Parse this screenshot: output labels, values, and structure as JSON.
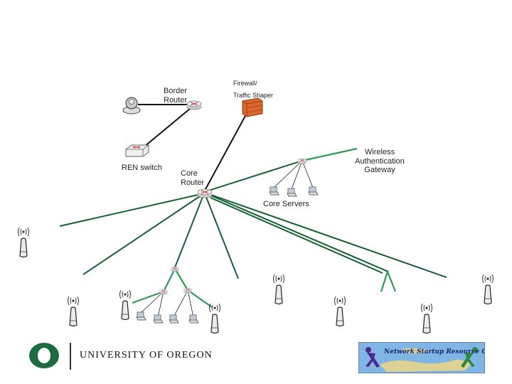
{
  "labels": {
    "border_router": "Border Router",
    "firewall_line1": "Firewall/",
    "firewall_line2": "Traffic Shaper",
    "ren_switch": "REN switch",
    "core_router": "Core Router",
    "wireless_gateway": "Wireless Authentication Gateway",
    "core_servers": "Core Servers"
  },
  "footer": {
    "university": "UNIVERSITY OF OREGON",
    "nsrc": "Network Startup Resource Center"
  },
  "colors": {
    "link_green": "#2e9a57",
    "link_black": "#111111",
    "firewall": "#d9662a",
    "uo_green": "#1d6b3f",
    "nsrc_sky": "#7fb6e6"
  },
  "icons": [
    "user-icon",
    "router-icon",
    "switch-icon",
    "firewall-icon",
    "workstation-icon",
    "wireless-access-point-icon",
    "server-icon"
  ]
}
